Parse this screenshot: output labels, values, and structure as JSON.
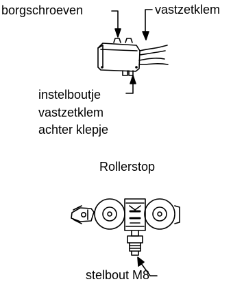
{
  "labels": {
    "borgschroeven": "borgschroeven",
    "vastzetklem_top": "vastzetklem",
    "instelboutje": "instelboutje",
    "vastzetklem_lower": "vastzetklem",
    "achter_klepje": "achter klepje",
    "section_title": "Rollerstop",
    "stelbout": "stelbout M8"
  },
  "colors": {
    "line": "#000000",
    "background": "#ffffff"
  }
}
